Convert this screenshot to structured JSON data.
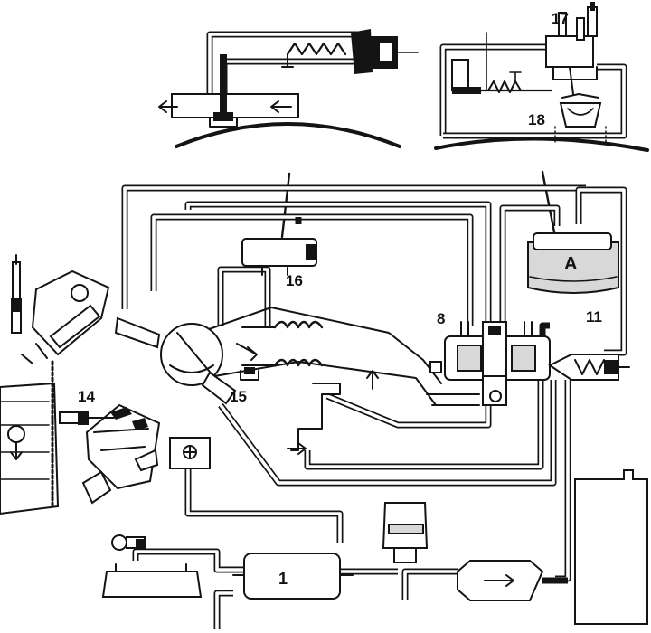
{
  "labels": {
    "l1": "1",
    "l8": "8",
    "l11": "11",
    "l14": "14",
    "l15": "15",
    "l16": "16",
    "l17": "17",
    "l18": "18",
    "lA": "A"
  }
}
